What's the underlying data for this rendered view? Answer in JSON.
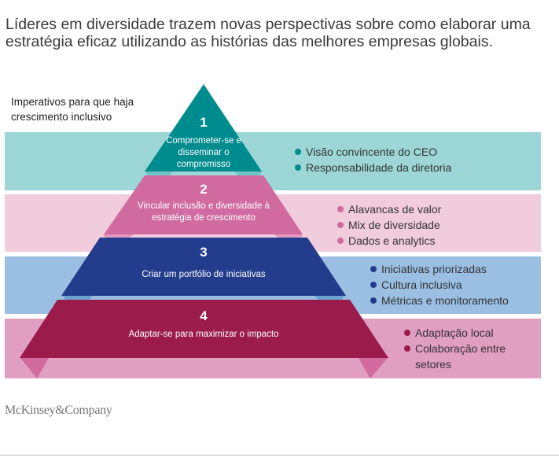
{
  "title": "Líderes em diversidade trazem novas perspectivas sobre como elaborar uma estratégia eficaz utilizando as histórias das melhores empresas globais.",
  "subtitle": "Imperativos para que haja crescimento inclusivo",
  "tiers": [
    {
      "number": "1",
      "label": "Comprometer-se e disseminar o compromisso",
      "color": "#008b8f",
      "band_color": "#9dd6d6",
      "bullet_color": "#008b8f",
      "bullets": [
        "Visão convincente do CEO",
        "Responsabilidade da diretoria"
      ]
    },
    {
      "number": "2",
      "label": "Vincular inclusão e diversidade à estratégia de crescimento",
      "color": "#d06a9f",
      "band_color": "#f0ccdc",
      "bullet_color": "#d06a9f",
      "bullets": [
        "Alavancas de valor",
        "Mix de diversidade",
        "Dados e analytics"
      ]
    },
    {
      "number": "3",
      "label": "Criar um portfólio de iniciativas",
      "color": "#233d8c",
      "band_color": "#9bbfe2",
      "bullet_color": "#233d8c",
      "bullets": [
        "Iniciativas priorizadas",
        "Cultura inclusiva",
        "Métricas e monitoramento"
      ]
    },
    {
      "number": "4",
      "label": "Adaptar-se para maximizar o impacto",
      "color": "#9b1c4b",
      "band_color": "#e09ec0",
      "bullet_color": "#9b1c4b",
      "bullets": [
        "Adaptação local",
        "Colaboração entre setores"
      ]
    }
  ],
  "logo": "McKinsey&Company"
}
